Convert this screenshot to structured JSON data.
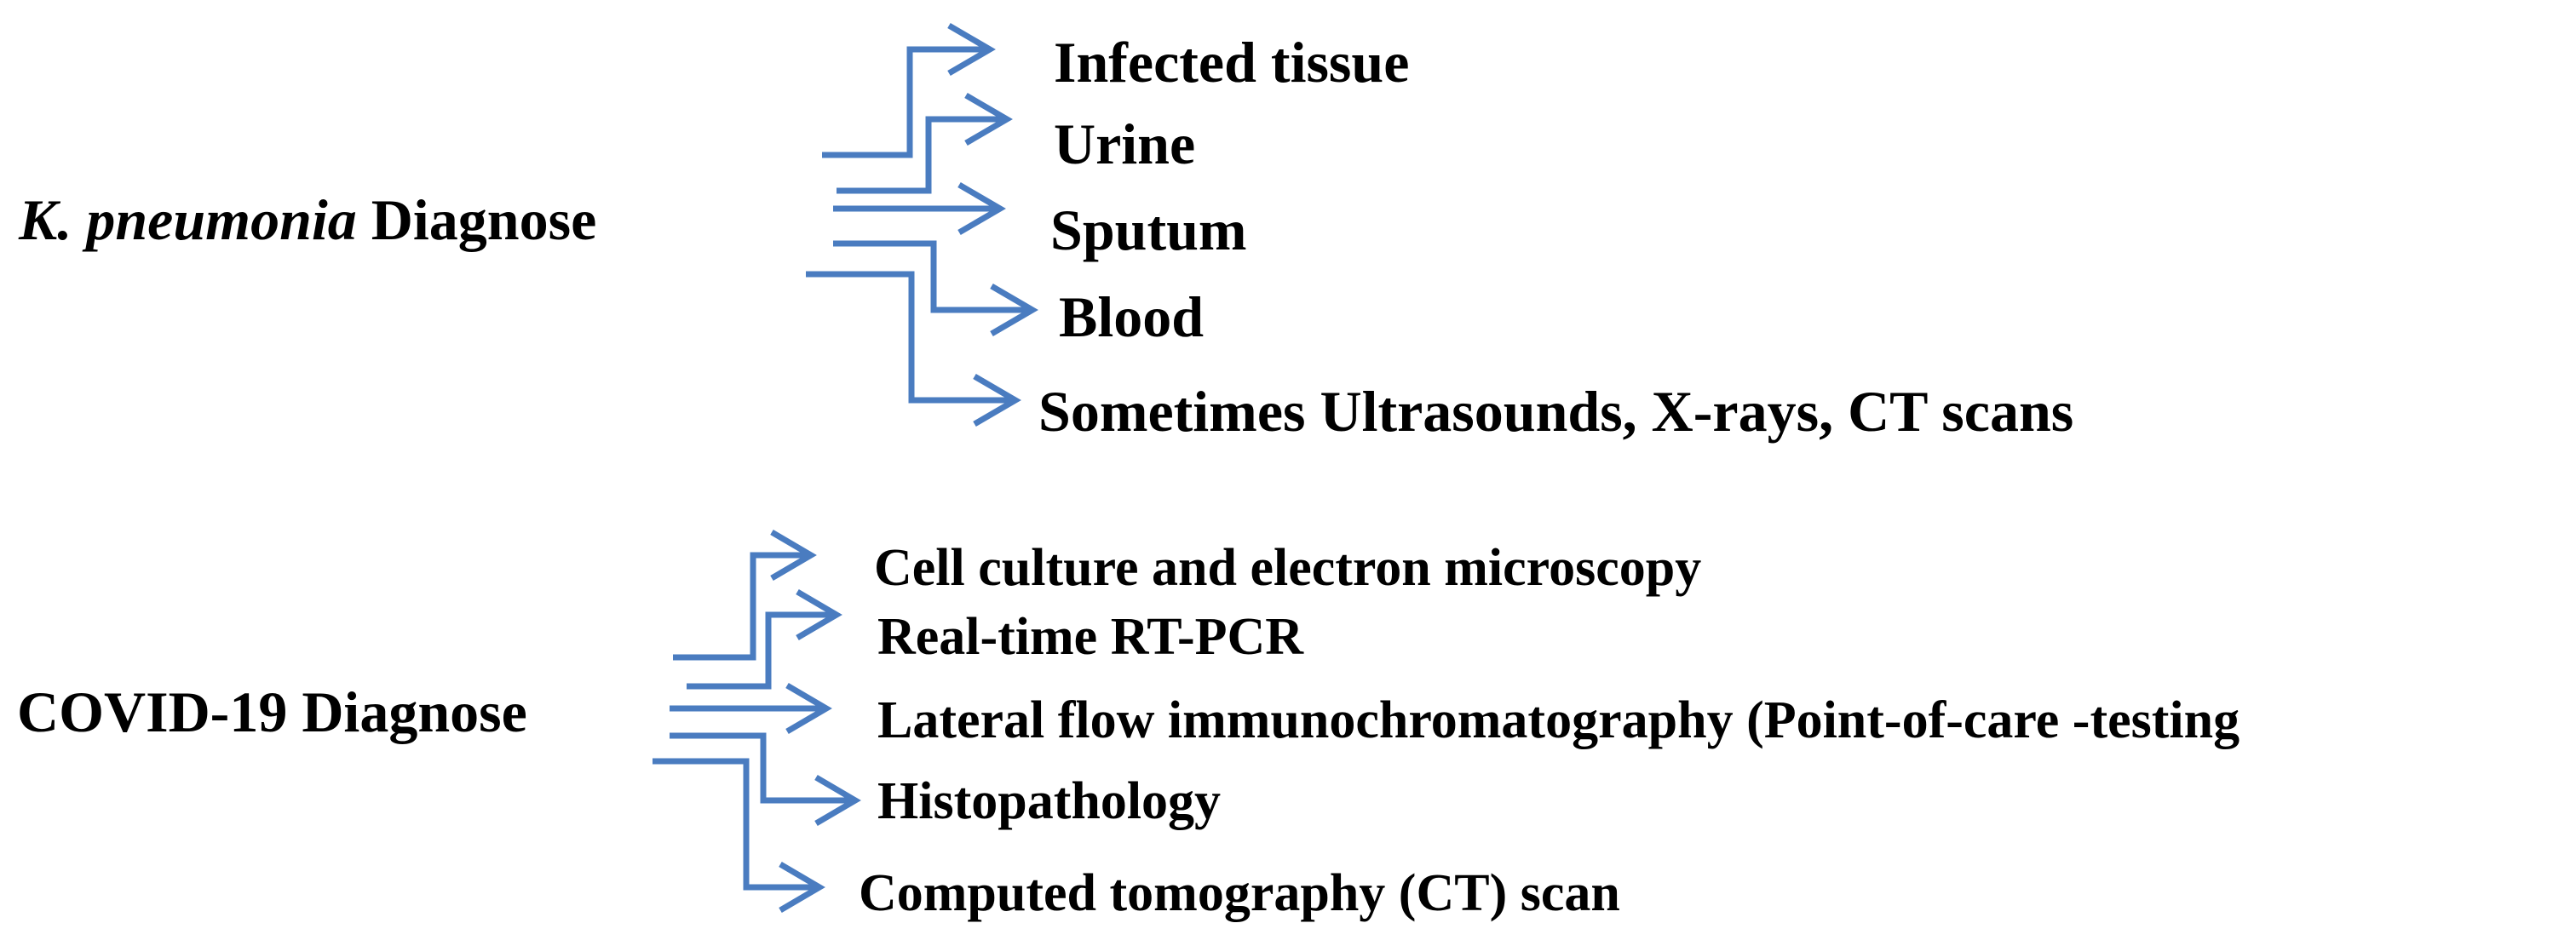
{
  "arrow_color": "#4a7cc0",
  "k_pneumonia": {
    "title_italic": "K. pneumonia",
    "title_rest": " Diagnose",
    "items": [
      "Infected tissue",
      "Urine",
      "Sputum",
      "Blood",
      "Sometimes Ultrasounds, X-rays, CT scans"
    ]
  },
  "covid": {
    "title": "COVID-19 Diagnose",
    "items": [
      "Cell culture and electron microscopy",
      "Real-time RT-PCR",
      "Lateral flow immunochromatography (Point-of-care -testing",
      "Histopathology",
      "Computed tomography (CT) scan"
    ]
  }
}
